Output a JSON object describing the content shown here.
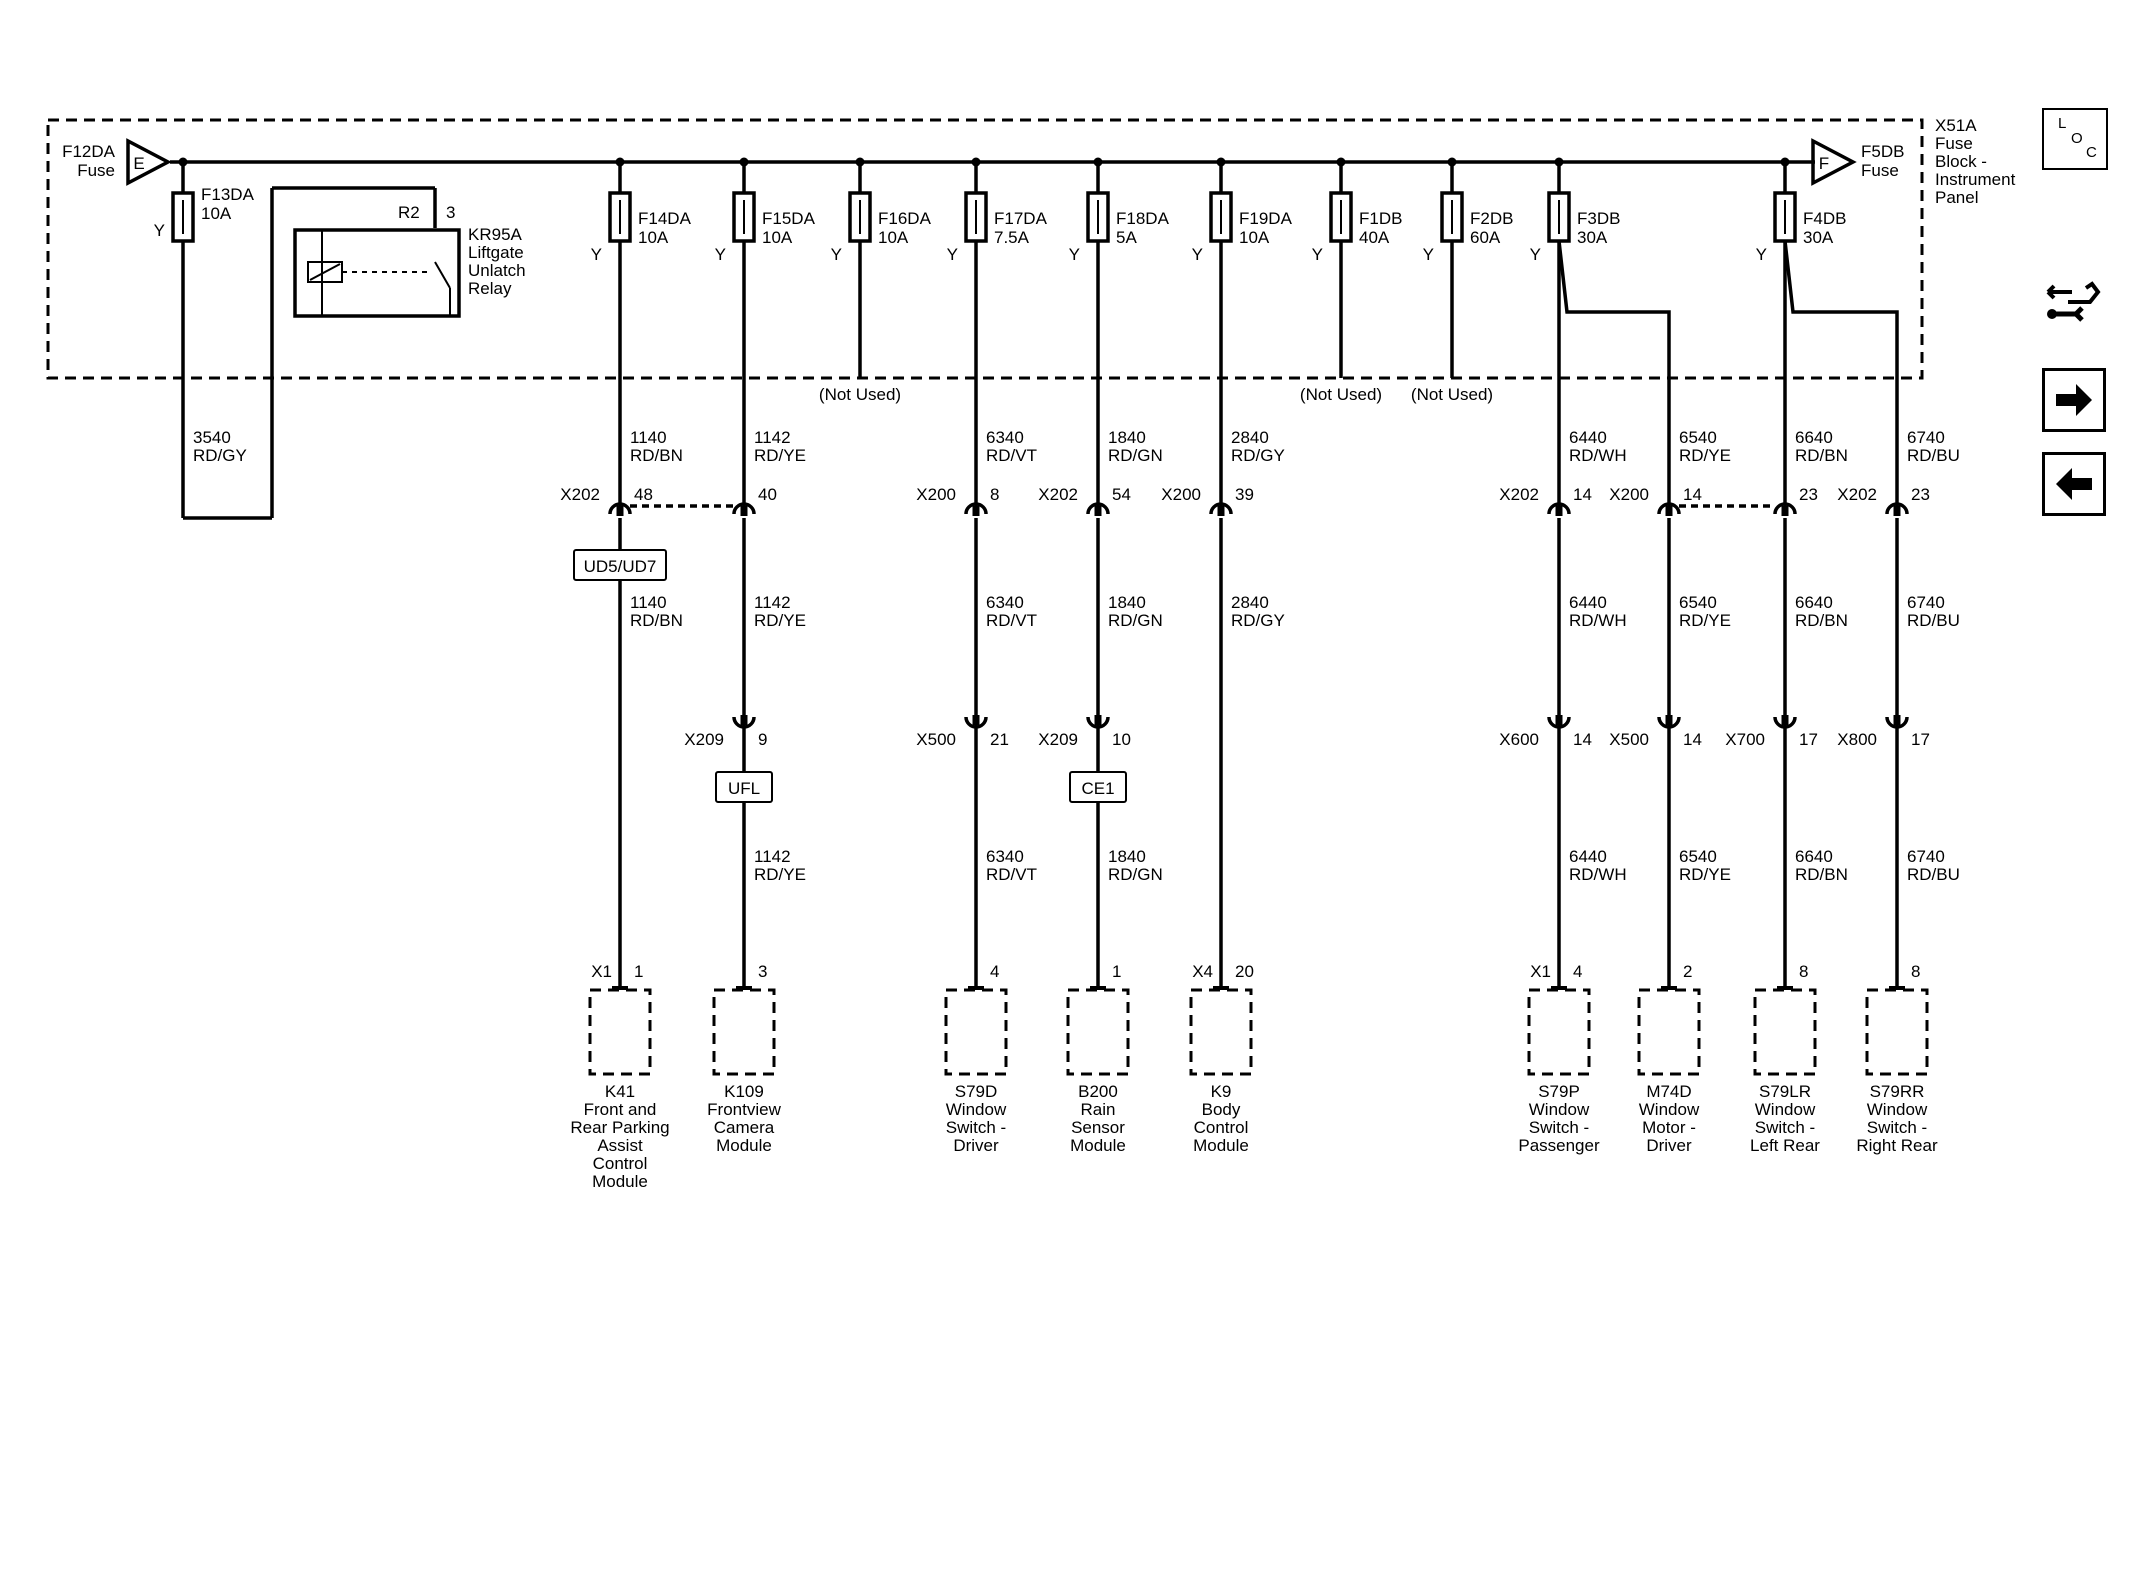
{
  "fuse_block": {
    "name_lines": [
      "X51A",
      "Fuse",
      "Block -",
      "Instrument",
      "Panel"
    ],
    "left_source": {
      "fuse": "F12DA",
      "word": "Fuse",
      "letter": "E"
    },
    "right_source": {
      "fuse": "F5DB",
      "word": "Fuse",
      "letter": "F"
    }
  },
  "relay": {
    "name_lines": [
      "KR95A",
      "Liftgate",
      "Unlatch",
      "Relay"
    ],
    "pin_a": "R2",
    "pin_b": "3"
  },
  "fuses": [
    {
      "id": "F13DA",
      "rating": "10A",
      "y_label": "Y"
    },
    {
      "id": "F14DA",
      "rating": "10A",
      "y_label": "Y"
    },
    {
      "id": "F15DA",
      "rating": "10A",
      "y_label": "Y"
    },
    {
      "id": "F16DA",
      "rating": "10A",
      "y_label": "Y"
    },
    {
      "id": "F17DA",
      "rating": "7.5A",
      "y_label": "Y"
    },
    {
      "id": "F18DA",
      "rating": "5A",
      "y_label": "Y"
    },
    {
      "id": "F19DA",
      "rating": "10A",
      "y_label": "Y"
    },
    {
      "id": "F1DB",
      "rating": "40A",
      "y_label": "Y"
    },
    {
      "id": "F2DB",
      "rating": "60A",
      "y_label": "Y"
    },
    {
      "id": "F3DB",
      "rating": "30A",
      "y_label": "Y"
    },
    {
      "id": "F4DB",
      "rating": "30A",
      "y_label": "Y"
    }
  ],
  "not_used_label": "(Not Used)",
  "relay_circuit": {
    "circuit": "3540",
    "color": "RD/GY"
  },
  "circuits": [
    {
      "circuit": "1140",
      "color": "RD/BN",
      "c1": "X202",
      "p1": "48",
      "option": "UD5/UD7",
      "c2": "",
      "p2": "",
      "conn": "X1",
      "pin": "1",
      "module": [
        "K41",
        "Front and",
        "Rear Parking",
        "Assist",
        "Control",
        "Module"
      ]
    },
    {
      "circuit": "1142",
      "color": "RD/YE",
      "c1": "",
      "p1": "40",
      "option": "UFL",
      "c2": "X209",
      "p2": "9",
      "conn": "",
      "pin": "3",
      "module": [
        "K109",
        "Frontview",
        "Camera",
        "Module"
      ]
    },
    {
      "circuit": "6340",
      "color": "RD/VT",
      "c1": "X200",
      "p1": "8",
      "option": "",
      "c2": "X500",
      "p2": "21",
      "conn": "",
      "pin": "4",
      "module": [
        "S79D",
        "Window",
        "Switch -",
        "Driver"
      ]
    },
    {
      "circuit": "1840",
      "color": "RD/GN",
      "c1": "X202",
      "p1": "54",
      "option": "CE1",
      "c2": "X209",
      "p2": "10",
      "conn": "",
      "pin": "1",
      "module": [
        "B200",
        "Rain",
        "Sensor",
        "Module"
      ]
    },
    {
      "circuit": "2840",
      "color": "RD/GY",
      "c1": "X200",
      "p1": "39",
      "option": "",
      "c2": "",
      "p2": "",
      "conn": "X4",
      "pin": "20",
      "module": [
        "K9",
        "Body",
        "Control",
        "Module"
      ]
    },
    {
      "circuit": "6440",
      "color": "RD/WH",
      "c1": "X202",
      "p1": "14",
      "option": "",
      "c2": "X600",
      "p2": "14",
      "conn": "X1",
      "pin": "4",
      "module": [
        "S79P",
        "Window",
        "Switch -",
        "Passenger"
      ]
    },
    {
      "circuit": "6540",
      "color": "RD/YE",
      "c1": "X200",
      "p1": "14",
      "option": "",
      "c2": "X500",
      "p2": "14",
      "conn": "",
      "pin": "2",
      "module": [
        "M74D",
        "Window",
        "Motor -",
        "Driver"
      ]
    },
    {
      "circuit": "6640",
      "color": "RD/BN",
      "c1": "",
      "p1": "23",
      "option": "",
      "c2": "X700",
      "p2": "17",
      "conn": "",
      "pin": "8",
      "module": [
        "S79LR",
        "Window",
        "Switch -",
        "Left Rear"
      ]
    },
    {
      "circuit": "6740",
      "color": "RD/BU",
      "c1": "X202",
      "p1": "23",
      "option": "",
      "c2": "X800",
      "p2": "17",
      "conn": "",
      "pin": "8",
      "module": [
        "S79RR",
        "Window",
        "Switch -",
        "Right Rear"
      ]
    }
  ],
  "side_buttons": {
    "loc": {
      "l": "L",
      "o": "O",
      "c": "C"
    },
    "tools": "tools-icon",
    "forward": "arrow-right-icon",
    "back": "arrow-left-icon"
  }
}
